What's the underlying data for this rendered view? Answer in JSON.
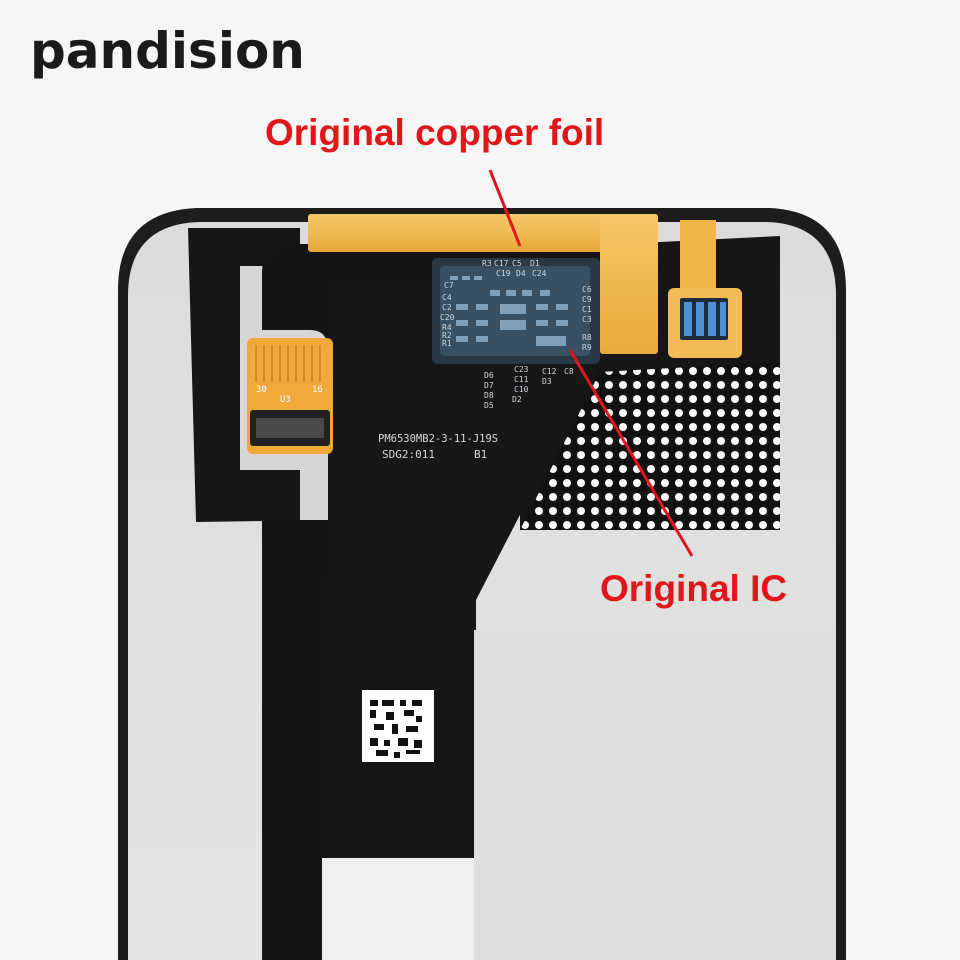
{
  "brand": {
    "name": "pandision"
  },
  "callouts": {
    "copper_foil": "Original copper foil",
    "ic": "Original IC"
  },
  "pcb_markings": {
    "part_number": "PM6530MB2-3-11-J19S",
    "date_code": "SDG2:011",
    "revision": "B1",
    "connector_pins_left": "30",
    "connector_pins_right": "16",
    "connector_pin_mid": "U3",
    "components": [
      "R3",
      "C17",
      "C5",
      "D1",
      "C19",
      "D4",
      "C24",
      "C7",
      "C4",
      "C2",
      "C20",
      "R4",
      "R2",
      "R1",
      "C6",
      "C9",
      "C1",
      "C3",
      "R8",
      "R9",
      "C23",
      "C11",
      "C10",
      "C12",
      "C8",
      "D6",
      "D7",
      "D8",
      "D5",
      "D3",
      "D2"
    ]
  },
  "colors": {
    "callout": "#e0161b",
    "flex_cable": "#161616",
    "copper": "#f0b64a",
    "panel_back": "#d9d9d9"
  }
}
